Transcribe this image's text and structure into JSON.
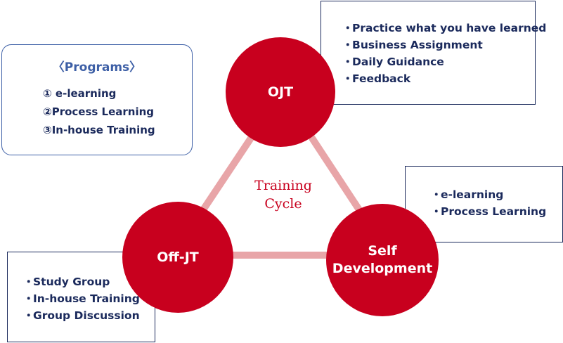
{
  "programs": {
    "title": "〈Programs〉",
    "items": [
      "① e-learning",
      "②Process Learning",
      "③In-house Training"
    ]
  },
  "center_label": "Training\nCycle",
  "nodes": {
    "ojt": {
      "label": "OJT",
      "items": [
        "Practice what you have learned",
        "Business Assignment",
        "Daily Guidance",
        "Feedback"
      ]
    },
    "self_development": {
      "label": "Self\nDevelopment",
      "items": [
        "e-learning",
        "Process Learning"
      ]
    },
    "off_jt": {
      "label": "Off-JT",
      "items": [
        "Study Group",
        "In-house Training",
        "Group Discussion"
      ]
    }
  },
  "bullet": "・",
  "colors": {
    "node_fill": "#c8001e",
    "connector": "#e8a5a8",
    "box_border": "#1b2a5c",
    "programs_border": "#3d5fa6"
  }
}
